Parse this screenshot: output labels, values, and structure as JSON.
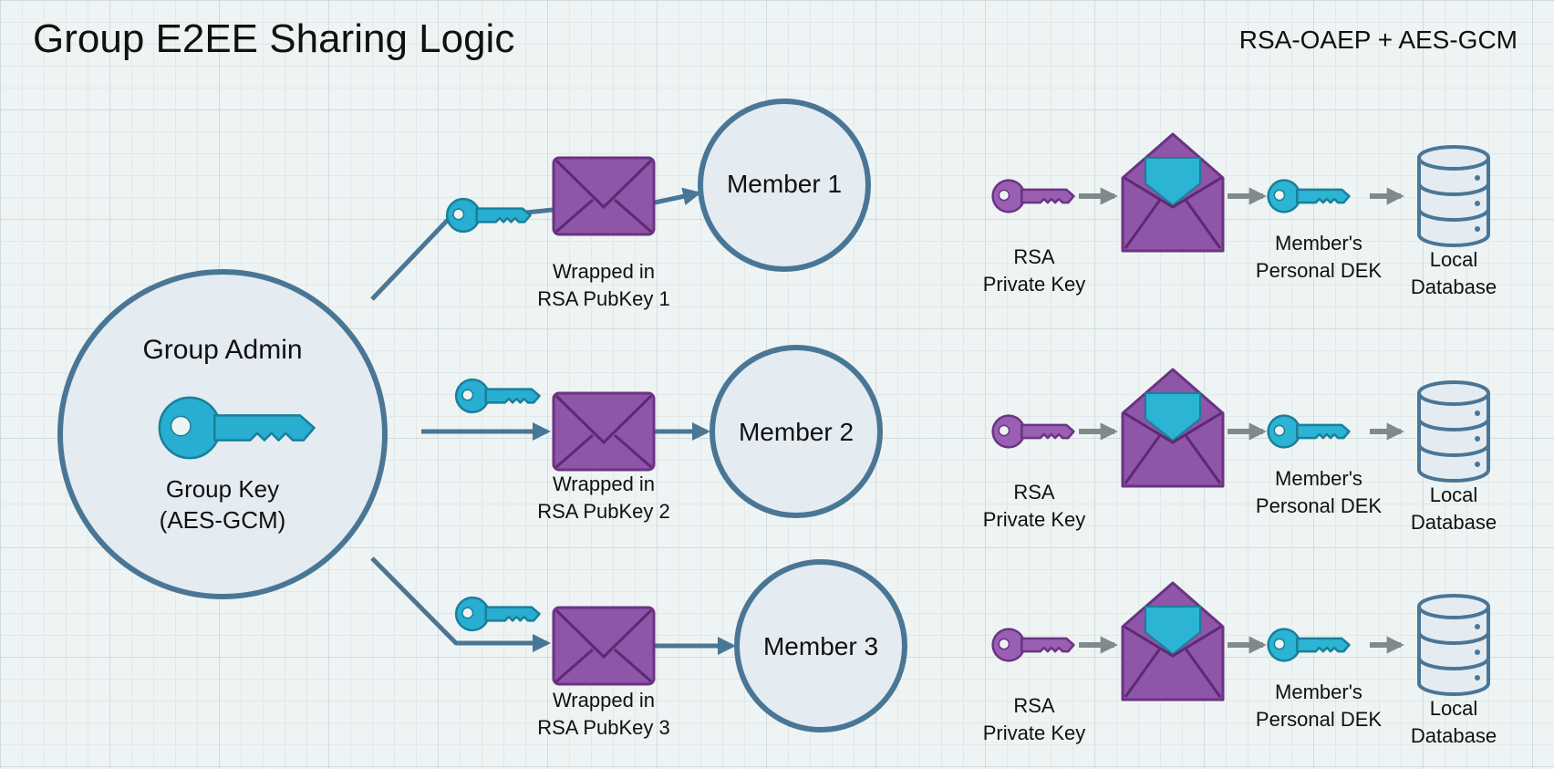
{
  "title": "Group E2EE Sharing Logic",
  "subtitle": "RSA-OAEP + AES-GCM",
  "colors": {
    "node_fill": "#e4ebf1",
    "node_stroke": "#4a7696",
    "connector": "#4a7696",
    "group_key": "#27aed1",
    "wrapped_envelope": "#8f55a8",
    "private_key": "#9a5eb2",
    "personal_dek": "#2bb4d4",
    "flow_arrow": "#808a8a",
    "database": "#e4ebf1"
  },
  "admin": {
    "label": "Group Admin",
    "key_label_line1": "Group Key",
    "key_label_line2": "(AES-GCM)",
    "key_icon": "key-icon"
  },
  "members": [
    {
      "name": "Member 1",
      "wrap_label_line1": "Wrapped in",
      "wrap_label_line2": "RSA PubKey 1",
      "unwrap_flow": {
        "private_key_line1": "RSA",
        "private_key_line2": "Private Key",
        "dek_line1": "Member's",
        "dek_line2": "Personal DEK",
        "db_line1": "Local",
        "db_line2": "Database"
      }
    },
    {
      "name": "Member 2",
      "wrap_label_line1": "Wrapped in",
      "wrap_label_line2": "RSA PubKey 2",
      "unwrap_flow": {
        "private_key_line1": "RSA",
        "private_key_line2": "Private Key",
        "dek_line1": "Member's",
        "dek_line2": "Personal DEK",
        "db_line1": "Local",
        "db_line2": "Database"
      }
    },
    {
      "name": "Member 3",
      "wrap_label_line1": "Wrapped in",
      "wrap_label_line2": "RSA PubKey 3",
      "unwrap_flow": {
        "private_key_line1": "RSA",
        "private_key_line2": "Private Key",
        "dek_line1": "Member's",
        "dek_line2": "Personal DEK",
        "db_line1": "Local",
        "db_line2": "Database"
      }
    }
  ]
}
